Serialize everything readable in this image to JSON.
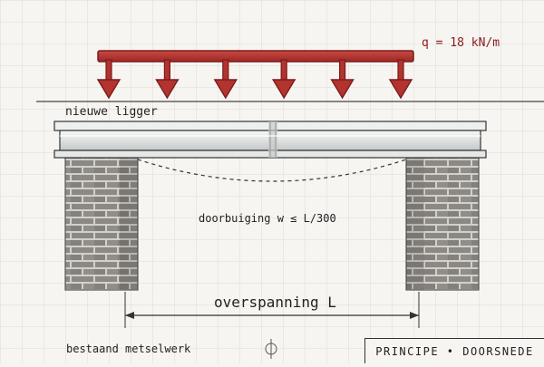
{
  "load": {
    "label": "q = 18 kN/m",
    "arrow_count": 6
  },
  "beam": {
    "label": "nieuwe ligger"
  },
  "deflection": {
    "label": "doorbuiging w ≤ L/300"
  },
  "span": {
    "label": "overspanning L"
  },
  "masonry": {
    "label": "bestaand metselwerk"
  },
  "title": {
    "text": "PRINCIPE • DOORSNEDE"
  },
  "colors": {
    "paper": "#f6f5f1",
    "grid": "#dcdcd6",
    "load": "#b3332f",
    "load_dark": "#7a1d1b",
    "beam": "#e4e6e5",
    "brick": "#8c8985",
    "mortar": "#d2d0ca"
  }
}
